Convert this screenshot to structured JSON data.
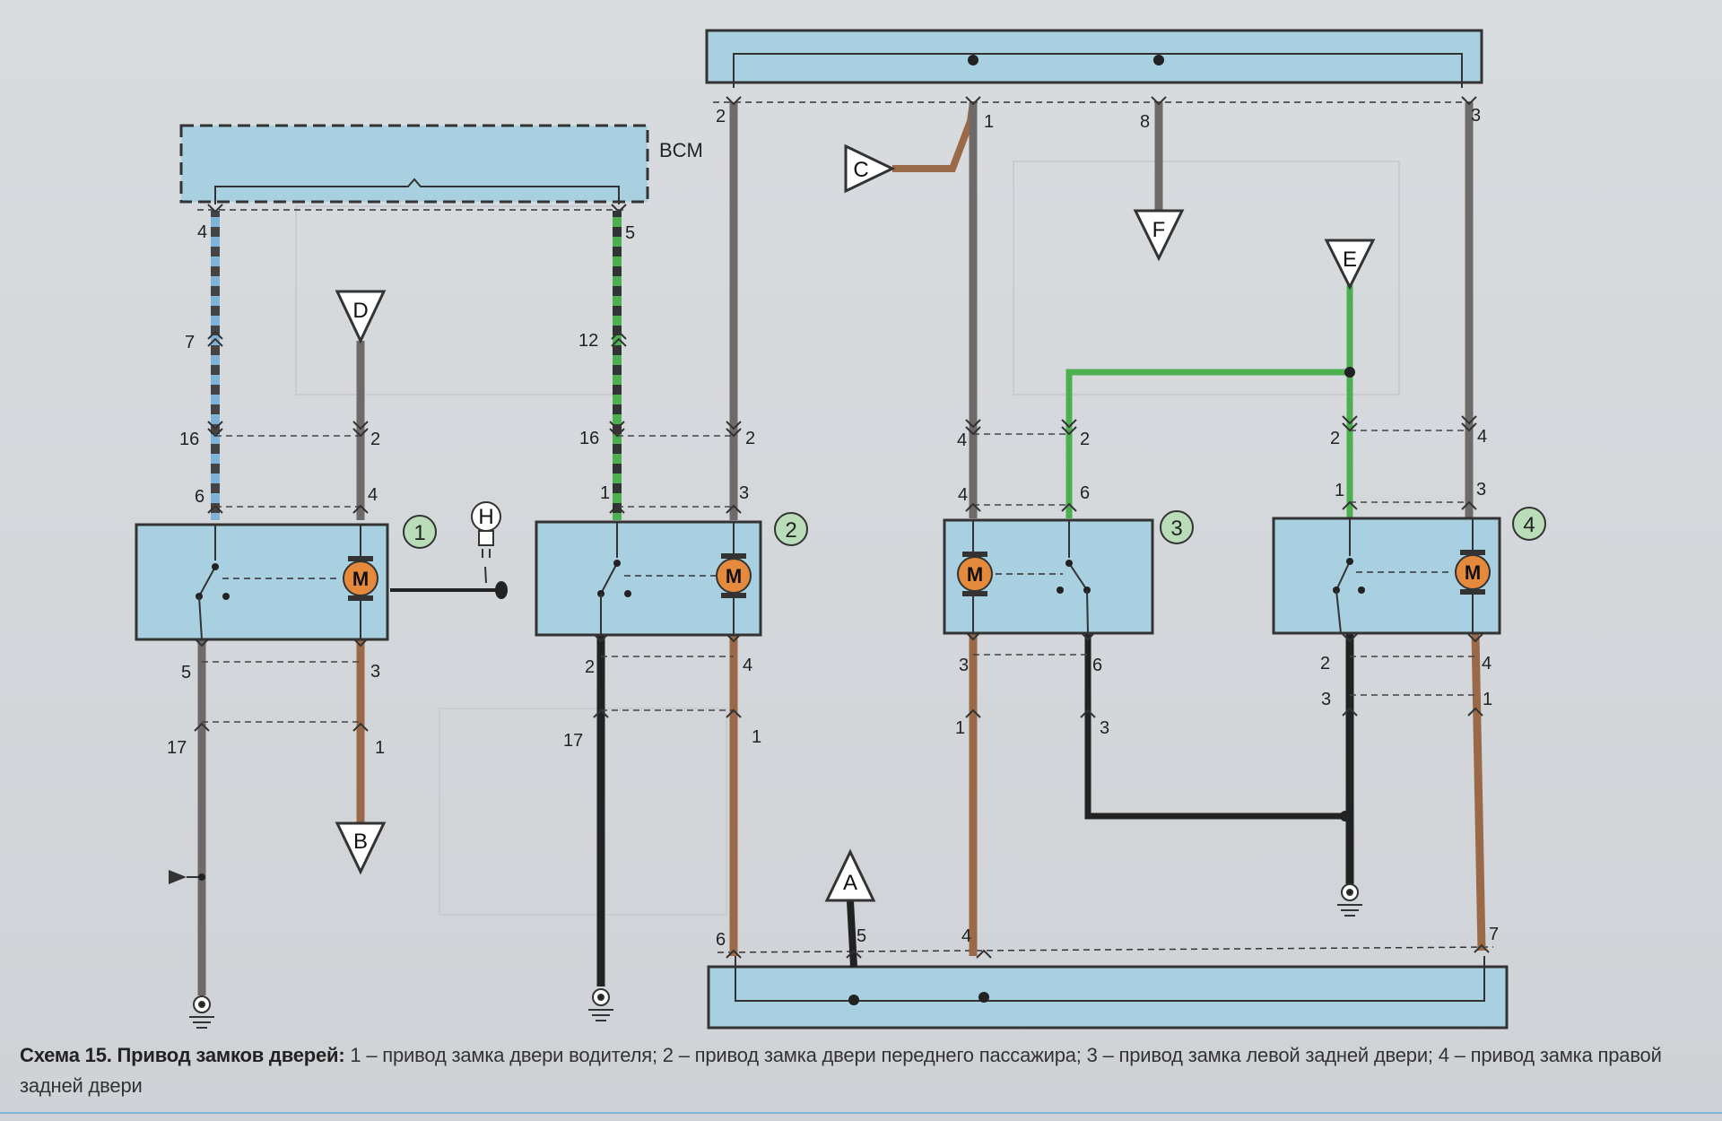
{
  "bcm_label": "BCM",
  "components": [
    {
      "num": "1"
    },
    {
      "num": "2"
    },
    {
      "num": "3"
    },
    {
      "num": "4"
    }
  ],
  "motor_label": "M",
  "connectors": {
    "A": "A",
    "B": "B",
    "C": "C",
    "D": "D",
    "E": "E",
    "F": "F",
    "H": "H"
  },
  "pins": {
    "bcm_4": "4",
    "bcm_5": "5",
    "c1_7": "7",
    "c1_16": "16",
    "c1_6": "6",
    "c1_d2": "2",
    "c1_d4": "4",
    "c1_5": "5",
    "c1_17": "17",
    "c1_3": "3",
    "c1_1": "1",
    "c2_5": "5",
    "c2_12": "12",
    "c2_16": "16",
    "c2_1": "1",
    "c2_r2": "2",
    "c2_3": "3",
    "c2_2": "2",
    "c2_17": "17",
    "c2_4": "4",
    "c2_1b": "1",
    "top_2": "2",
    "top_1": "1",
    "top_8": "8",
    "top_3": "3",
    "c3_4": "4",
    "c3_4b": "4",
    "c3_2": "2",
    "c3_6": "6",
    "c3_3": "3",
    "c3_1": "1",
    "c3_6b": "6",
    "c3_3b": "3",
    "c4_2": "2",
    "c4_1": "1",
    "c4_4": "4",
    "c4_3": "3",
    "c4_2b": "2",
    "c4_3b": "3",
    "c4_4b": "4",
    "c4_1b": "1",
    "bot_6": "6",
    "bot_5": "5",
    "bot_4": "4",
    "bot_7": "7"
  },
  "caption": {
    "bold": "Схема 15. Привод замков дверей:",
    "text": " 1 – привод замка двери водителя; 2 – привод замка двери переднего пассажира; 3 – привод замка левой задней двери; 4 – привод замка правой задней двери"
  },
  "colors": {
    "panel": "#a9d0e0",
    "motor": "#e58a3c",
    "wire_gray": "#6e6a6a",
    "wire_brown": "#9a6a48",
    "wire_green": "#4caf50",
    "wire_blue": "#7fb4d8",
    "wire_black": "#222222"
  }
}
